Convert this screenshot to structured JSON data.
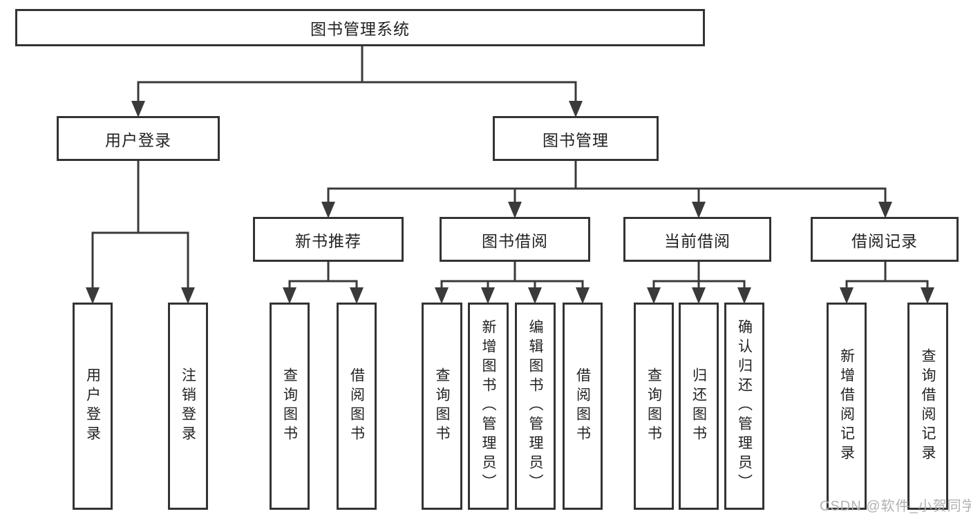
{
  "nodes": {
    "root": "图书管理系统",
    "userLogin": "用户登录",
    "bookMgmt": "图书管理",
    "newBookRec": "新书推荐",
    "bookBorrow": "图书借阅",
    "currentBorrow": "当前借阅",
    "borrowRecords": "借阅记录",
    "leafUserLogin": "用户登录",
    "leafLogout": "注销登录",
    "recQueryBooks": "查询图书",
    "recBorrowBooks": "借阅图书",
    "bbQueryBooks": "查询图书",
    "bbAddBooks": "新增图书（管理员）",
    "bbEditBooks": "编辑图书（管理员）",
    "bbBorrowBooks": "借阅图书",
    "cbQueryBooks": "查询图书",
    "cbReturnBooks": "归还图书",
    "cbConfirmReturn": "确认归还（管理员）",
    "brAddRecord": "新增借阅记录",
    "brQueryRecord": "查询借阅记录"
  },
  "watermark": "CSDN @软件_小贺同学",
  "colors": {
    "line": "#3a3a3a",
    "border": "#333333",
    "text": "#222222",
    "watermark": "#b1b1b1",
    "background": "#ffffff"
  }
}
